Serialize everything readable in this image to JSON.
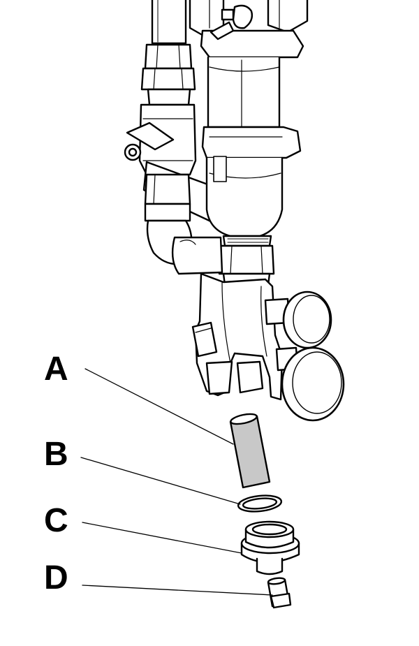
{
  "callouts": [
    {
      "id": "A",
      "label": "A"
    },
    {
      "id": "B",
      "label": "B"
    },
    {
      "id": "C",
      "label": "C"
    },
    {
      "id": "D",
      "label": "D"
    }
  ],
  "colors": {
    "line": "#000000",
    "paper": "#ffffff",
    "filter_fill": "#c8c8c8",
    "shade": "#9a9a9a"
  }
}
